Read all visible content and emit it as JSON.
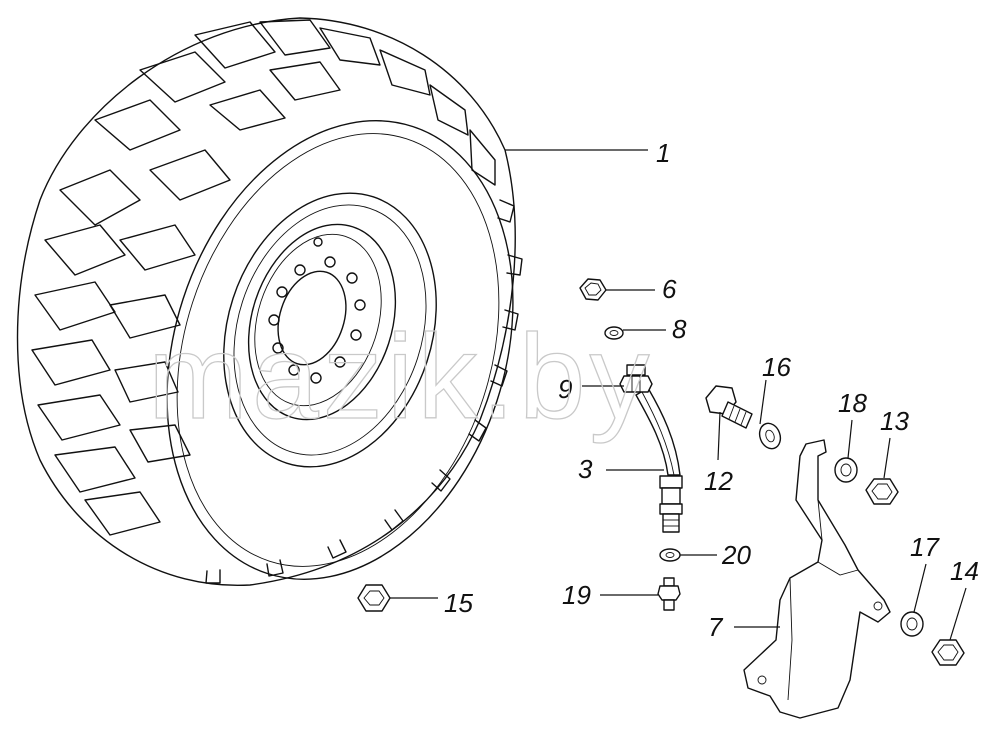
{
  "watermark": "mazik.by",
  "callouts": [
    {
      "id": "c1",
      "label": "1"
    },
    {
      "id": "c6",
      "label": "6"
    },
    {
      "id": "c8",
      "label": "8"
    },
    {
      "id": "c9",
      "label": "9"
    },
    {
      "id": "c16",
      "label": "16"
    },
    {
      "id": "c18",
      "label": "18"
    },
    {
      "id": "c13",
      "label": "13"
    },
    {
      "id": "c3",
      "label": "3"
    },
    {
      "id": "c12",
      "label": "12"
    },
    {
      "id": "c20",
      "label": "20"
    },
    {
      "id": "c17",
      "label": "17"
    },
    {
      "id": "c14",
      "label": "14"
    },
    {
      "id": "c15",
      "label": "15"
    },
    {
      "id": "c19",
      "label": "19"
    },
    {
      "id": "c7",
      "label": "7"
    }
  ]
}
